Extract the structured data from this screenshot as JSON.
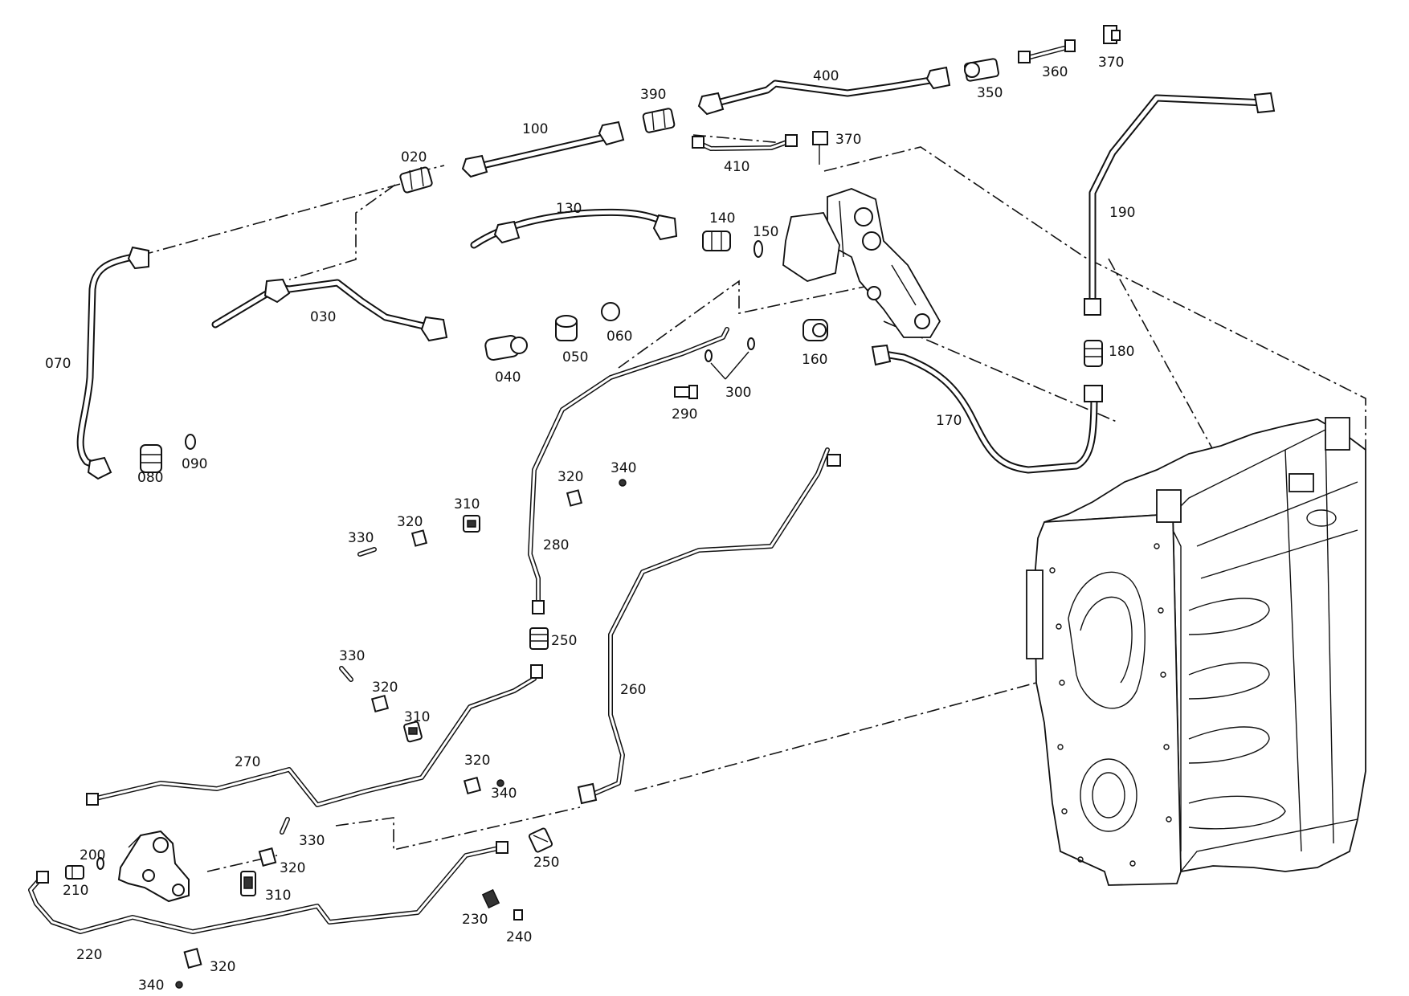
{
  "labels": {
    "p020": "020",
    "p030": "030",
    "p040": "040",
    "p050": "050",
    "p060": "060",
    "p070": "070",
    "p080": "080",
    "p090": "090",
    "p100": "100",
    "p130": "130",
    "p140": "140",
    "p150": "150",
    "p160": "160",
    "p170": "170",
    "p180": "180",
    "p190": "190",
    "p200": "200",
    "p210": "210",
    "p220": "220",
    "p230": "230",
    "p240": "240",
    "p250": "250",
    "p260": "260",
    "p270": "270",
    "p280": "280",
    "p290": "290",
    "p300": "300",
    "p310": "310",
    "p320": "320",
    "p330": "330",
    "p340": "340",
    "p350": "350",
    "p360": "360",
    "p370": "370",
    "p390": "390",
    "p400": "400",
    "p410": "410"
  }
}
